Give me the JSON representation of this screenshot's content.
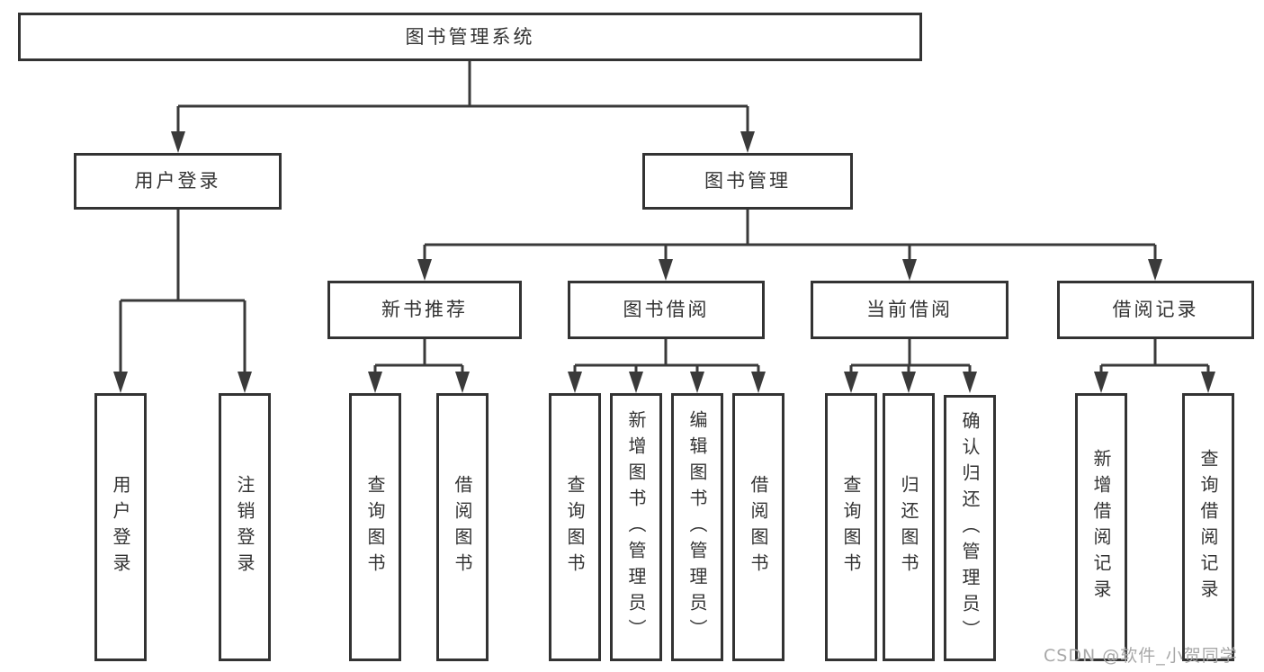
{
  "diagram_title": "图书管理系统",
  "colors": {
    "box_border": "#333333",
    "connector": "#3a3a3a",
    "text": "#333333",
    "background": "#ffffff",
    "watermark": "#a8a8a8"
  },
  "watermark": {
    "text": "CSDN @软件_小贺同学"
  },
  "tree": {
    "label": "图书管理系统",
    "children": [
      {
        "label": "用户登录",
        "children": [
          {
            "label": "用户登录"
          },
          {
            "label": "注销登录"
          }
        ]
      },
      {
        "label": "图书管理",
        "children": [
          {
            "label": "新书推荐",
            "children": [
              {
                "label": "查询图书"
              },
              {
                "label": "借阅图书"
              }
            ]
          },
          {
            "label": "图书借阅",
            "children": [
              {
                "label": "查询图书"
              },
              {
                "label": "新增图书（管理员）"
              },
              {
                "label": "编辑图书（管理员）"
              },
              {
                "label": "借阅图书"
              }
            ]
          },
          {
            "label": "当前借阅",
            "children": [
              {
                "label": "查询图书"
              },
              {
                "label": "归还图书"
              },
              {
                "label": "确认归还（管理员）"
              }
            ]
          },
          {
            "label": "借阅记录",
            "children": [
              {
                "label": "新增借阅记录"
              },
              {
                "label": "查询借阅记录"
              }
            ]
          }
        ]
      }
    ]
  }
}
